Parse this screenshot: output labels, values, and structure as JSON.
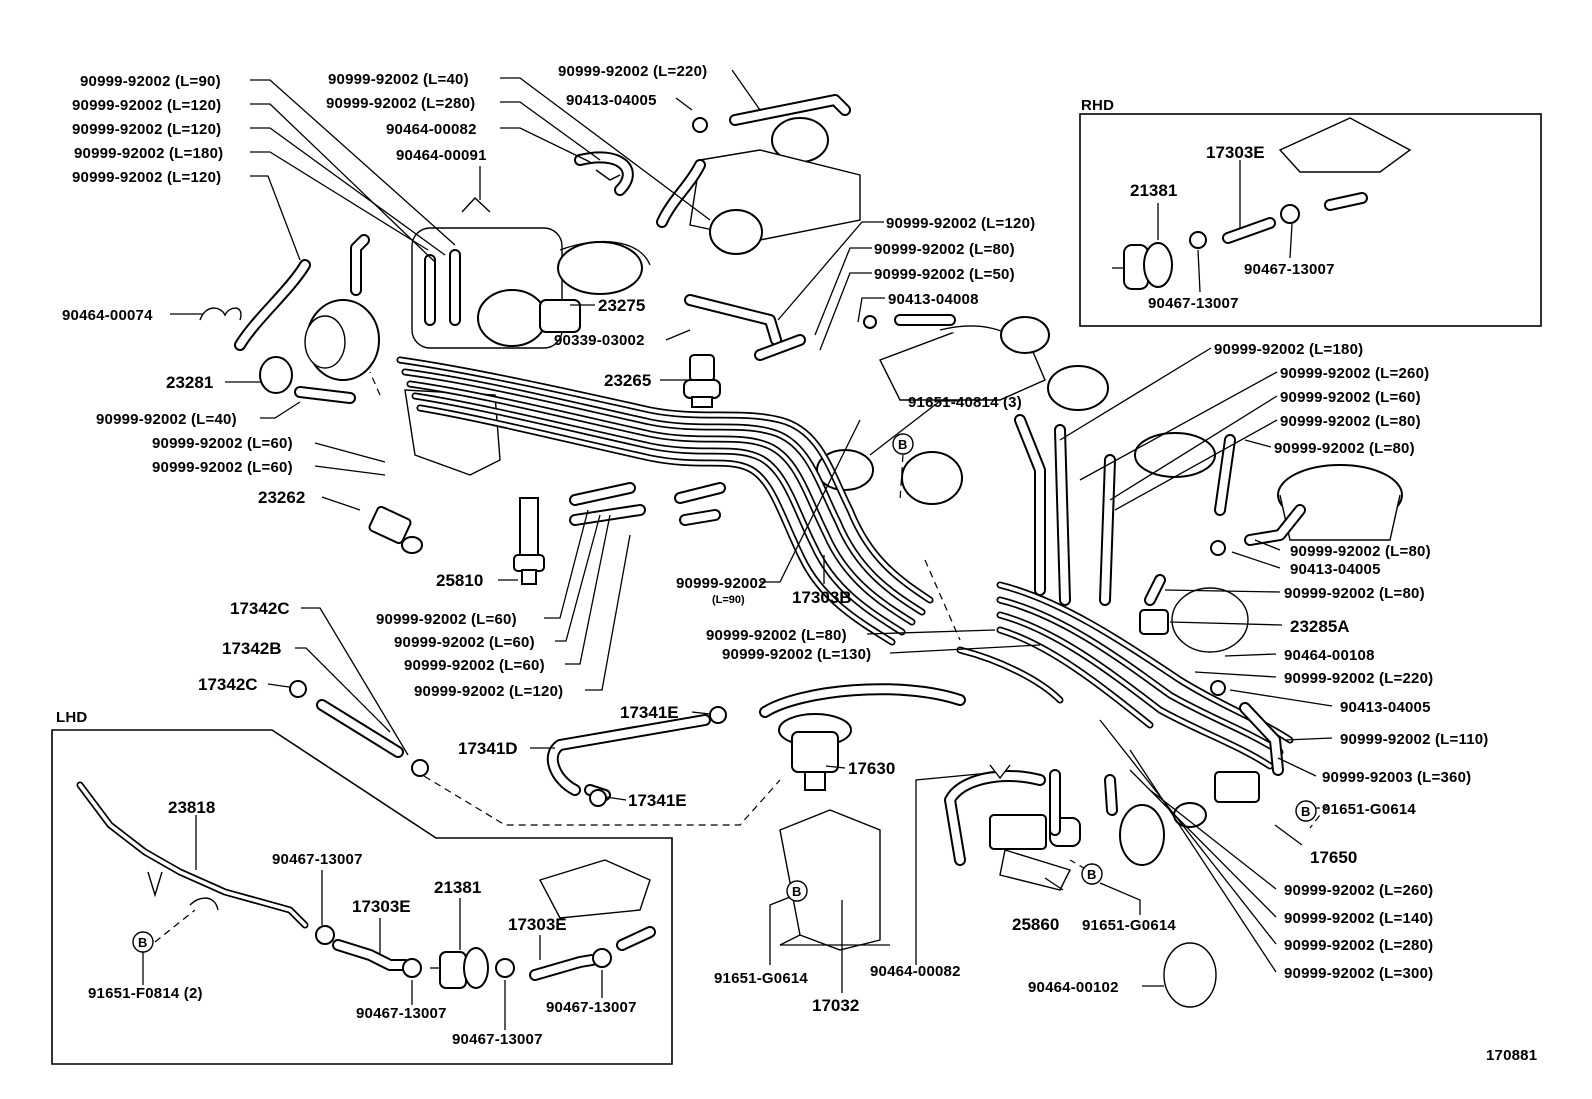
{
  "diagram_code": "170881",
  "insets": {
    "rhd": {
      "title": "RHD"
    },
    "lhd": {
      "title": "LHD"
    }
  },
  "circle_marker": "B",
  "labels": {
    "l01": "90999-92002 (L=90)",
    "l02": "90999-92002 (L=120)",
    "l03": "90999-92002 (L=120)",
    "l04": "90999-92002 (L=180)",
    "l05": "90999-92002 (L=120)",
    "l06": "90999-92002 (L=40)",
    "l07": "90999-92002 (L=280)",
    "l08": "90464-00082",
    "l09": "90464-00091",
    "l10": "90999-92002 (L=220)",
    "l11": "90413-04005",
    "l12": "90464-00074",
    "l13": "23275",
    "l14": "90339-03002",
    "l15": "23265",
    "l16": "23281",
    "l17": "90999-92002 (L=40)",
    "l18": "90999-92002 (L=60)",
    "l19": "90999-92002 (L=60)",
    "l20": "23262",
    "l21": "25810",
    "l22": "90999-92002 (L=120)",
    "l23": "90999-92002 (L=80)",
    "l24": "90999-92002 (L=50)",
    "l25": "90413-04008",
    "l26": "91651-40814 (3)",
    "l27": "90999-92002",
    "l27b": "(L=90)",
    "l28": "17303B",
    "l29": "90999-92002 (L=60)",
    "l30": "90999-92002 (L=60)",
    "l31": "90999-92002 (L=60)",
    "l32": "90999-92002 (L=120)",
    "l33": "17342C",
    "l34": "17342B",
    "l35": "17342C",
    "l36": "17341E",
    "l37": "17341D",
    "l38": "17630",
    "l39": "17341E",
    "l40": "90999-92002 (L=80)",
    "l41": "90999-92002 (L=130)",
    "l42": "90999-92002 (L=180)",
    "l43": "90999-92002 (L=260)",
    "l44": "90999-92002 (L=60)",
    "l45": "90999-92002 (L=80)",
    "l46": "90999-92002 (L=80)",
    "l47": "90999-92002 (L=80)",
    "l48": "90413-04005",
    "l49": "90999-92002 (L=80)",
    "l50": "23285A",
    "l51": "90464-00108",
    "l52": "90999-92002 (L=220)",
    "l53": "90413-04005",
    "l54": "90999-92002 (L=110)",
    "l55": "90999-92003 (L=360)",
    "l56": "91651-G0614",
    "l57": "17650",
    "l58": "90999-92002 (L=260)",
    "l59": "90999-92002 (L=140)",
    "l60": "90999-92002 (L=280)",
    "l61": "90999-92002 (L=300)",
    "l62": "25860",
    "l63": "91651-G0614",
    "l64": "90464-00102",
    "l65": "90464-00082",
    "l66": "91651-G0614",
    "l67": "17032",
    "r1": "17303E",
    "r2": "21381",
    "r3": "90467-13007",
    "r4": "90467-13007",
    "h1": "23818",
    "h2": "90467-13007",
    "h3": "17303E",
    "h4": "21381",
    "h5": "17303E",
    "h6": "91651-F0814 (2)",
    "h7": "90467-13007",
    "h8": "90467-13007",
    "h9": "90467-13007"
  }
}
